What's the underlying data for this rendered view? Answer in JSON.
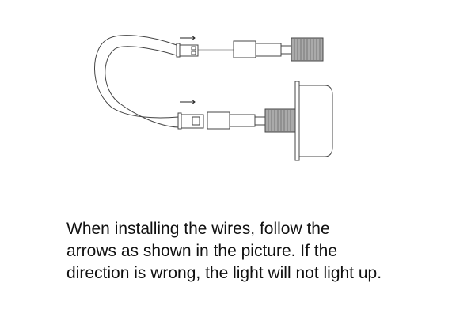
{
  "diagram": {
    "title": "Wire installation direction",
    "parts": [
      "upper-connector",
      "lower-connector",
      "cable-loop",
      "threaded-fitting",
      "light-housing"
    ],
    "arrows": [
      "right",
      "right"
    ]
  },
  "caption": {
    "text": "When installing the wires, follow the arrows as shown in the picture. If the direction is wrong, the light will not light up."
  },
  "colors": {
    "stroke": "#444444",
    "thread": "#777777"
  }
}
